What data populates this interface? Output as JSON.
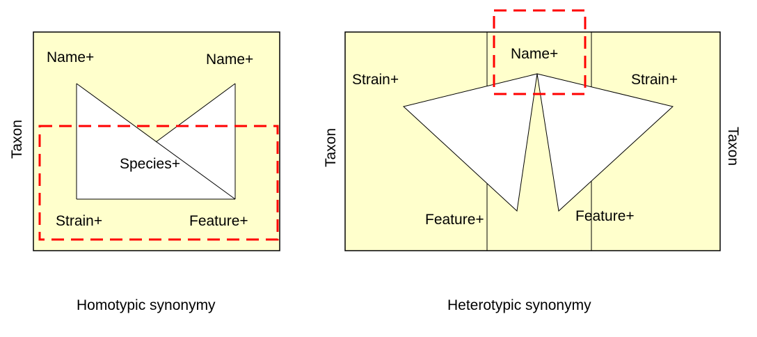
{
  "colors": {
    "panel_fill": "#ffffcc",
    "shape_fill": "#ffffff",
    "outline": "#000000",
    "highlight": "#ff0000"
  },
  "homotypic": {
    "side_label": "Taxon",
    "labels": {
      "name_left": "Name+",
      "name_right": "Name+",
      "species": "Species+",
      "strain": "Strain+",
      "feature": "Feature+"
    },
    "caption": "Homotypic synonymy"
  },
  "heterotypic": {
    "side_label_left": "Taxon",
    "side_label_right": "Taxon",
    "labels": {
      "name": "Name+",
      "strain_left": "Strain+",
      "strain_right": "Strain+",
      "feature_left": "Feature+",
      "feature_right": "Feature+"
    },
    "caption": "Heterotypic synonymy"
  }
}
